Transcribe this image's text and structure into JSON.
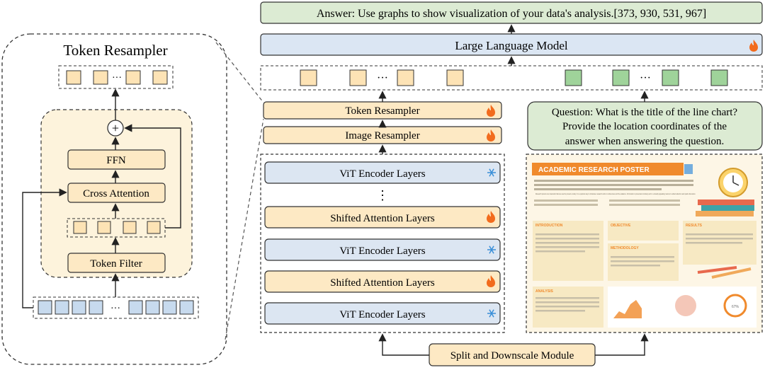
{
  "colors": {
    "answer_fill": "#dcebd3",
    "llm_fill": "#dbe6f3",
    "resampler_fill": "#fde9c4",
    "resampler_bg": "#fdf3dc",
    "vit_fill": "#dce6f2",
    "green_token": "#9fd39a",
    "orange_token": "#fde3b5",
    "blue_token": "#c7daee",
    "poster_orange": "#f08a2c",
    "fire": "#f26b1d",
    "snow": "#3a8fd8"
  },
  "answer": {
    "text": "Answer: Use graphs to show visualization of your data's analysis.[373, 930, 531, 967]"
  },
  "llm": {
    "label": "Large Language Model"
  },
  "token_resampler_right": {
    "label": "Token Resampler"
  },
  "image_resampler": {
    "label": "Image Resampler"
  },
  "question": {
    "line1": "Question: What is the title of the line chart?",
    "line2": "Provide the location coordinates of the",
    "line3": "answer when answering the question."
  },
  "encoder_stack": {
    "layers": [
      "ViT Encoder Layers",
      "Shifted Attention Layers",
      "ViT Encoder Layers",
      "Shifted Attention Layers",
      "ViT Encoder Layers"
    ],
    "ellipsis": "⋮"
  },
  "split_module": {
    "label": "Split and Downscale Module"
  },
  "token_resampler_detail": {
    "title": "Token Resampler",
    "ffn": "FFN",
    "cross_attention": "Cross Attention",
    "token_filter": "Token Filter",
    "plus": "+"
  },
  "ellipsis": "···",
  "poster": {
    "title": "ACADEMIC RESEARCH POSTER",
    "sections": [
      "INTRODUCTION",
      "OBJECTIVE",
      "RESULTS",
      "METHODOLOGY",
      "ANALYSIS"
    ],
    "intro_text": "Research posters are visual aids that are used to present a study. It is a popular way to showcase research work in conferences and the academe. Information is presented concisely and in a visually appealing manner to attract attention and spark discussion.",
    "percent": "67%"
  }
}
